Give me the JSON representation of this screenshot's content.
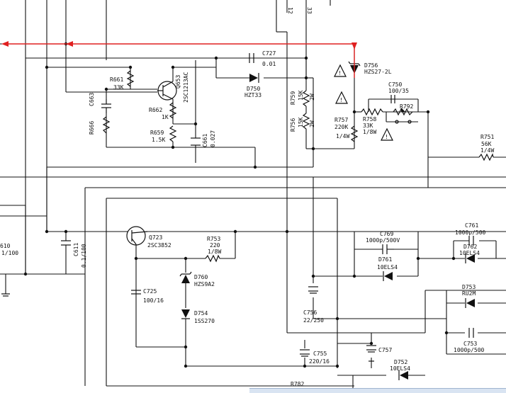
{
  "top_edge": {
    "label_a": "12",
    "label_b": "33"
  },
  "components": {
    "R661": {
      "ref": "R661",
      "value": "33K"
    },
    "C663": {
      "ref": "C663"
    },
    "R666": {
      "ref": "R666"
    },
    "Q653": {
      "ref": "Q653",
      "part": "2SC1213AC"
    },
    "R662": {
      "ref": "R662",
      "value": "1K"
    },
    "R659": {
      "ref": "R659",
      "value": "1.5K"
    },
    "C661": {
      "ref": "C661",
      "value": "0.027"
    },
    "C727": {
      "ref": "C727",
      "value": "0.01"
    },
    "D750": {
      "ref": "D750",
      "part": "HZT33"
    },
    "R759": {
      "ref": "R759",
      "value": "15K",
      "power": "2W"
    },
    "R756": {
      "ref": "R756",
      "value": "15K",
      "power": "2W"
    },
    "D756": {
      "ref": "D756",
      "part": "HZS27-2L"
    },
    "C750": {
      "ref": "C750",
      "value": "100/35"
    },
    "R792": {
      "ref": "R792"
    },
    "R757": {
      "ref": "R757",
      "value": "220K",
      "power": "1/4W"
    },
    "R758": {
      "ref": "R758",
      "value": "33K",
      "power": "1/8W"
    },
    "R751": {
      "ref": "R751",
      "value": "56K",
      "power": "1/4W"
    },
    "C610": {
      "ref": "610",
      "value": "1/100"
    },
    "C611": {
      "ref": "C611",
      "value": "0.1/100"
    },
    "Q723": {
      "ref": "Q723",
      "part": "2SC3852"
    },
    "R753": {
      "ref": "R753",
      "value": "220",
      "power": "1/8W"
    },
    "C725": {
      "ref": "C725",
      "value": "100/16"
    },
    "D760": {
      "ref": "D760",
      "part": "HZS9A2"
    },
    "D754": {
      "ref": "D754",
      "part": "1SS270"
    },
    "C769": {
      "ref": "C769",
      "value": "1000p/500V"
    },
    "D761": {
      "ref": "D761",
      "part": "10ELS4"
    },
    "C761": {
      "ref": "C761",
      "value": "1000p/500"
    },
    "D762": {
      "ref": "D762",
      "part": "10ELS4"
    },
    "D753": {
      "ref": "D753",
      "part": "RU2M"
    },
    "C753": {
      "ref": "C753",
      "value": "1000p/500"
    },
    "C756": {
      "ref": "C756",
      "value": "22/250"
    },
    "C755": {
      "ref": "C755",
      "value": "220/16"
    },
    "C757": {
      "ref": "C757"
    },
    "D752": {
      "ref": "D752",
      "part": "10ELS4"
    },
    "R782": {
      "ref": "R782"
    }
  },
  "warning_symbol": "!",
  "colors": {
    "wire": "#111111",
    "annotation_arrow": "#e02020",
    "background": "#ffffff"
  }
}
